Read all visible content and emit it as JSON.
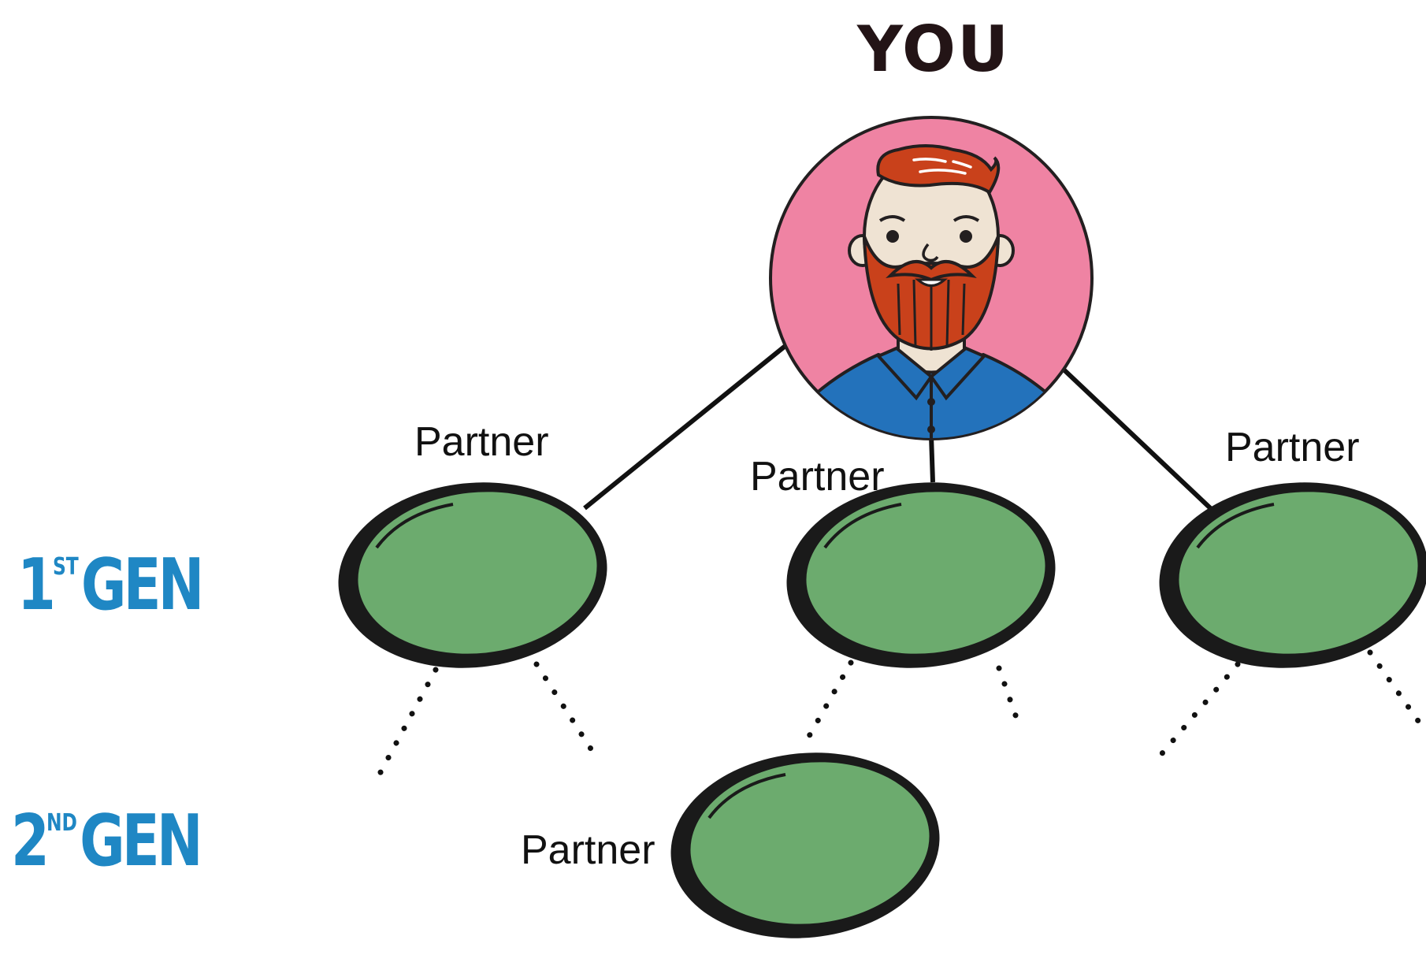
{
  "title": "YOU",
  "generations": [
    {
      "num": "1",
      "suffix": "ST",
      "word": "GEN"
    },
    {
      "num": "2",
      "suffix": "ND",
      "word": "GEN"
    }
  ],
  "partners": [
    {
      "label": "Partner"
    },
    {
      "label": "Partner"
    },
    {
      "label": "Partner"
    },
    {
      "label": "Partner"
    }
  ],
  "colors": {
    "title": "#231416",
    "gen_label": "#1f87c4",
    "avatar_bg": "#ef83a3",
    "node_fill": "#6cab6e",
    "node_outline": "#1a1a1a",
    "shirt": "#2372bb",
    "hair_beard": "#c9411b",
    "skin": "#efe3d3"
  }
}
